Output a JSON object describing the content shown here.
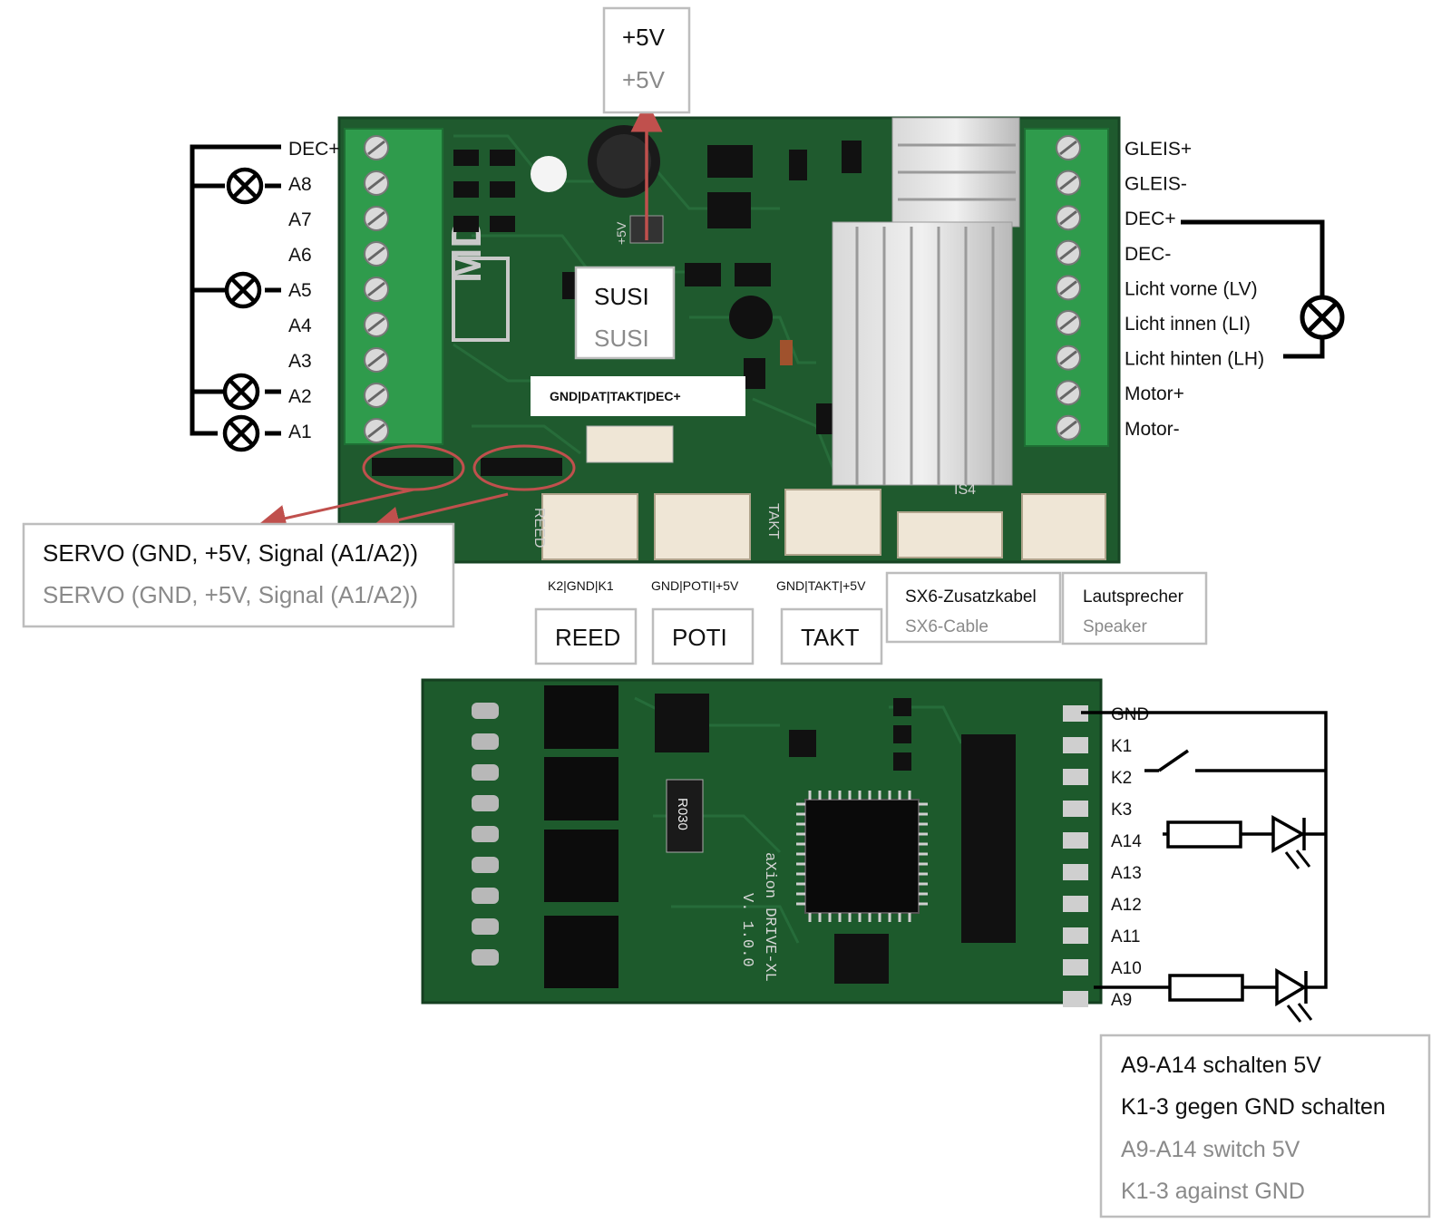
{
  "top_board": {
    "left_terminals": [
      "DEC+",
      "A8",
      "A7",
      "A6",
      "A5",
      "A4",
      "A3",
      "A2",
      "A1"
    ],
    "right_terminals": [
      "GLEIS+",
      "GLEIS-",
      "DEC+",
      "DEC-",
      "Licht vorne (LV)",
      "Licht innen (LI)",
      "Licht hinten (LH)",
      "Motor+",
      "Motor-"
    ],
    "plus5v_box": {
      "line1": "+5V",
      "line2": "+5V"
    },
    "susi_box": {
      "line1": "SUSI",
      "line2": "SUSI"
    },
    "susi_pins": "GND|DAT|TAKT|DEC+",
    "servo_box": {
      "line1": "SERVO (GND, +5V, Signal (A1/A2))",
      "line2": "SERVO (GND, +5V, Signal (A1/A2))"
    },
    "connectors": [
      {
        "pins": "K2|GND|K1",
        "name": "REED"
      },
      {
        "pins": "GND|POTI|+5V",
        "name": "POTI"
      },
      {
        "pins": "GND|TAKT|+5V",
        "name": "TAKT"
      }
    ],
    "sx6_box": {
      "line1": "SX6-Zusatzkabel",
      "line2": "SX6-Cable"
    },
    "speaker_box": {
      "line1": "Lautsprecher",
      "line2": "Speaker"
    },
    "board_prints": {
      "reed": "REED",
      "takt": "TAKT",
      "is4": "IS4",
      "plus5v": "+5V"
    }
  },
  "bottom_board": {
    "pins": [
      "GND",
      "K1",
      "K2",
      "K3",
      "A14",
      "A13",
      "A12",
      "A11",
      "A10",
      "A9"
    ],
    "silkscreen": [
      "aXion DRIVE-XL",
      "V. 1.0.0"
    ],
    "resistor_print": "R030"
  },
  "note_box": {
    "lines": [
      "A9-A14 schalten 5V",
      "K1-3 gegen GND schalten",
      "A9-A14 switch 5V",
      "K1-3 against GND"
    ]
  },
  "colors": {
    "pcb_green": "#1f5a2e",
    "terminal_green": "#2f9b4c",
    "arrow_red": "#c0504d",
    "box_border": "#bdbdbd",
    "grey_text": "#8a8a8a"
  }
}
